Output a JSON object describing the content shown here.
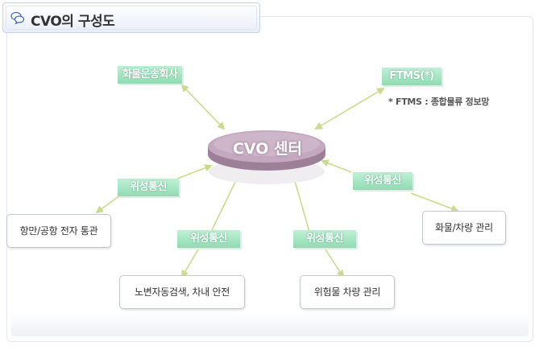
{
  "title": "CVO의 구성도",
  "center": "CVO 센터",
  "tags": {
    "cargo_company": "화물운송회사",
    "ftms": "FTMS(*)",
    "sat_left": "위성통신",
    "sat_right": "위성통신",
    "sat_bottom_left": "위성통신",
    "sat_bottom_right": "위성통신"
  },
  "note": "* FTMS : 종합물류 정보망",
  "boxes": {
    "port": "항만/공항 전자 통관",
    "roadside": "노변자동검색, 차내 안전",
    "hazmat": "위험물 차량 관리",
    "cargo_vehicle": "화물/차량 관리"
  },
  "colors": {
    "tag_green": "#8edcb3",
    "arrow": "#c8dc8c",
    "center_fill": "#b99bb3"
  }
}
